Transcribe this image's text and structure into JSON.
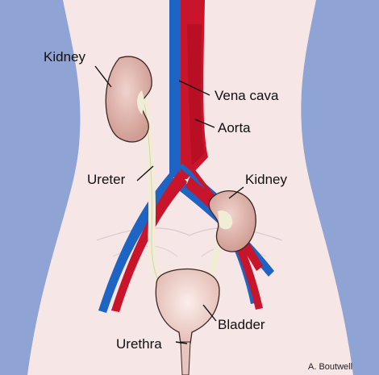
{
  "labels": {
    "kidney_left": "Kidney",
    "vena_cava": "Vena cava",
    "aorta": "Aorta",
    "ureter": "Ureter",
    "kidney_right": "Kidney",
    "bladder": "Bladder",
    "urethra": "Urethra"
  },
  "credit": "A. Boutwell",
  "colors": {
    "background": "#8fa3d4",
    "body": "#f6e6e6",
    "artery": "#c8152b",
    "vein": "#1d64c4",
    "organ": "#dcaea6",
    "ureter": "#f1ecd6"
  }
}
